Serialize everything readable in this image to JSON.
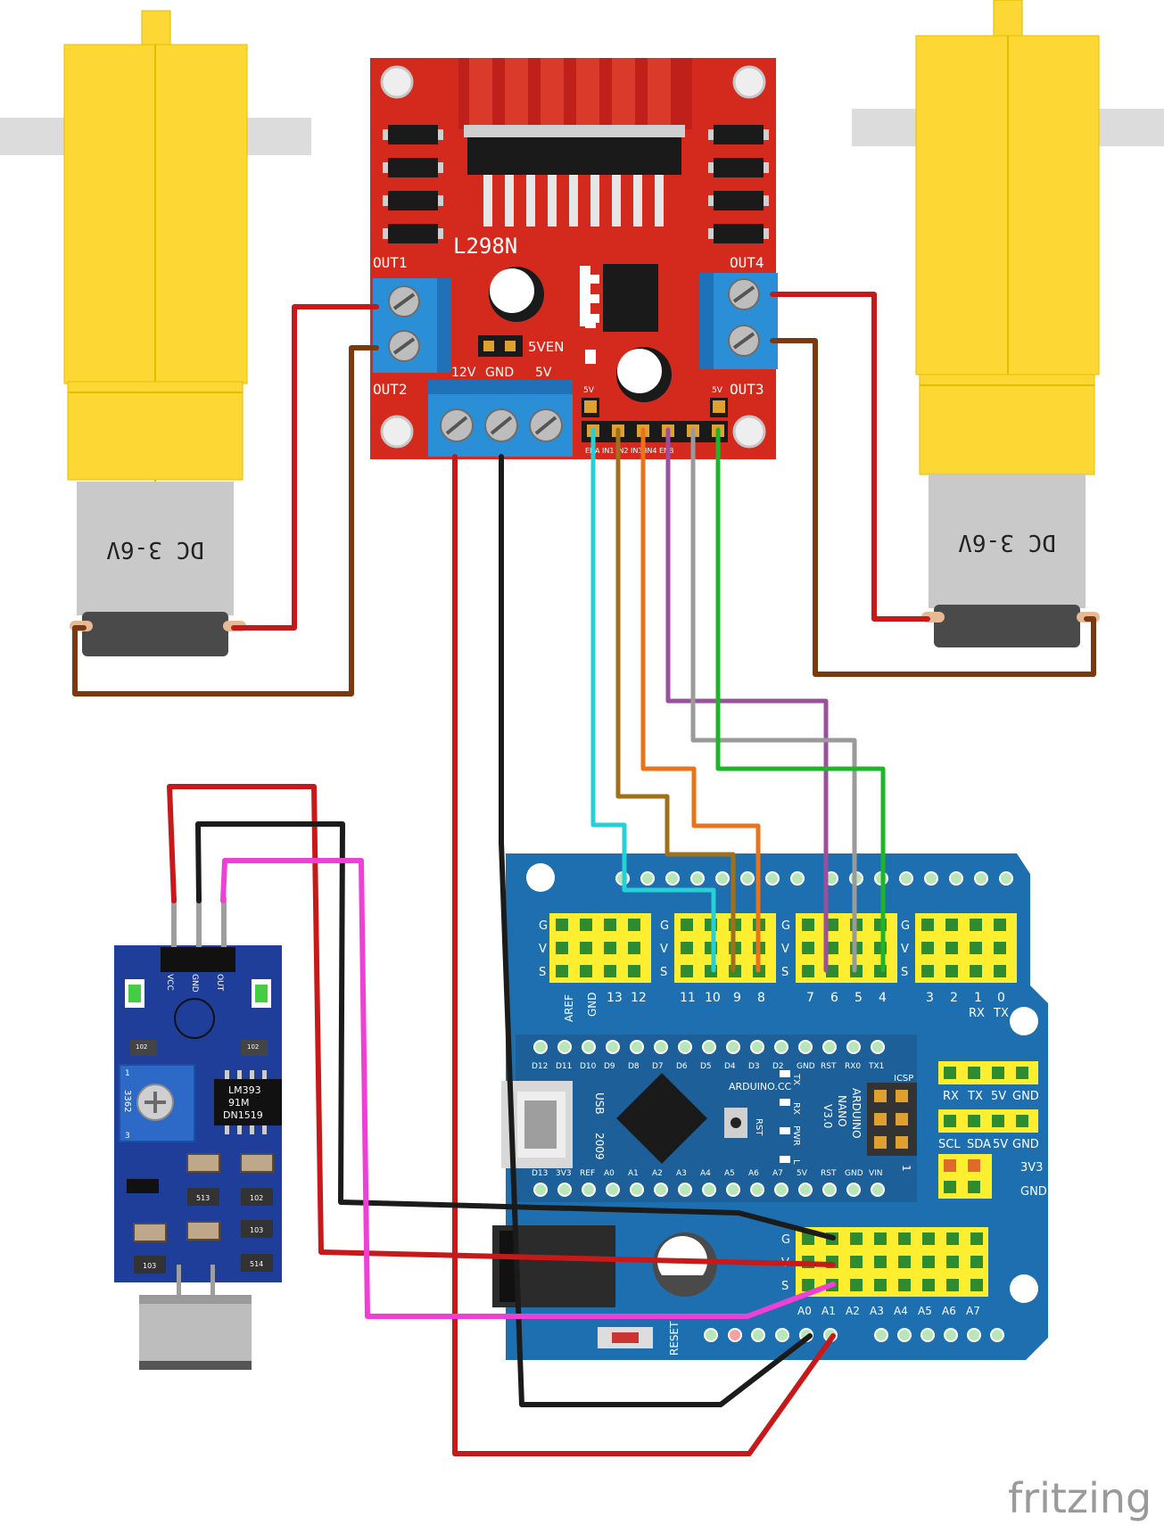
{
  "driver": {
    "name": "L298N",
    "out1": "OUT1",
    "out2": "OUT2",
    "out3": "OUT3",
    "out4": "OUT4",
    "v12": "12V",
    "gnd": "GND",
    "v5": "5V",
    "jumper": "5VEN",
    "pin_5v_left": "5V",
    "pin_5v_right": "5V",
    "header_pins": "ENA IN1 IN2 IN3 IN4 ENB"
  },
  "motors": {
    "left_label": "DC 3-6V",
    "right_label": "DC 3-6V"
  },
  "shield": {
    "row_g": "G",
    "row_v": "V",
    "row_s": "S",
    "digital_labels": [
      "AREF",
      "GND",
      "13",
      "12",
      "11",
      "10",
      "9",
      "8",
      "7",
      "6",
      "5",
      "4",
      "3",
      "2",
      "1",
      "0"
    ],
    "rx": "RX",
    "tx": "TX",
    "uart": [
      "RX",
      "TX",
      "5V",
      "GND"
    ],
    "i2c": [
      "SCL",
      "SDA",
      "5V",
      "GND"
    ],
    "v3v3": "3V3",
    "gnd": "GND",
    "analog_labels": [
      "A0",
      "A1",
      "A2",
      "A3",
      "A4",
      "A5",
      "A6",
      "A7"
    ],
    "reset": "RESET"
  },
  "nano": {
    "top_pins": [
      "D12",
      "D11",
      "D10",
      "D9",
      "D8",
      "D7",
      "D6",
      "D5",
      "D4",
      "D3",
      "D2",
      "GND",
      "RST",
      "RX0",
      "TX1"
    ],
    "bottom_pins": [
      "D13",
      "3V3",
      "REF",
      "A0",
      "A1",
      "A2",
      "A3",
      "A4",
      "A5",
      "A6",
      "A7",
      "5V",
      "RST",
      "GND",
      "VIN"
    ],
    "model": "ARDUINO.CC",
    "name": [
      "ARDUINO",
      "NANO",
      "V3.0"
    ],
    "usb": "USB",
    "year": "2009",
    "leds": [
      "TX",
      "RX",
      "PWR",
      "L"
    ],
    "rst": "RST",
    "icsp": "ICSP",
    "icsp_pin": "1"
  },
  "sensor": {
    "pins": [
      "VCC",
      "GND",
      "OUT"
    ],
    "chip": [
      "LM393",
      "91M",
      "DN1519"
    ],
    "pot": "3362",
    "pot_pins": [
      "1",
      "3"
    ],
    "resistors": [
      "102",
      "102",
      "513",
      "102",
      "103",
      "103",
      "514"
    ]
  },
  "footer": {
    "brand": "fritzing"
  },
  "colors": {
    "driver_board": "#d42a1e",
    "terminal_blue": "#2b8fd8",
    "motor_yellow": "#fdd835",
    "shield_blue": "#1e6fb0",
    "nano_blue": "#1c5f99",
    "sensor_blue": "#1f3e9a",
    "wire_red": "#c8191a",
    "wire_brown": "#7a3a0f",
    "wire_black": "#1b1b1b",
    "wire_magenta": "#ee3fd6",
    "wire_cyan": "#25d1d6",
    "wire_orange": "#e8731a",
    "wire_purple": "#9b4f9c",
    "wire_gray": "#9a9a9a",
    "wire_green": "#1fb52a",
    "wire_ochre": "#a0701a"
  }
}
